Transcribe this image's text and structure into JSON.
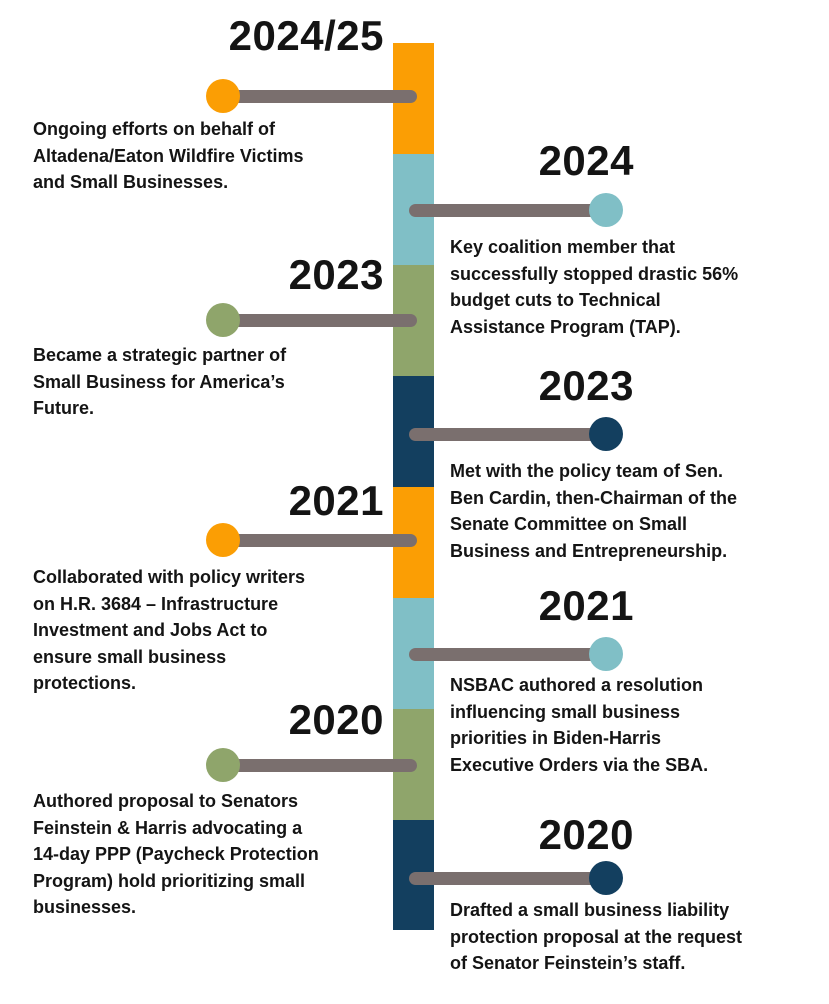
{
  "colors": {
    "orange": "#fb9e04",
    "teal": "#80bfc6",
    "green": "#8fa56b",
    "navy": "#133f5f",
    "connector": "#7a6f6e"
  },
  "bar_segments": [
    "orange",
    "teal",
    "green",
    "navy",
    "orange",
    "teal",
    "green",
    "navy"
  ],
  "events": [
    {
      "side": "left",
      "color": "orange",
      "year": "2024/25",
      "lines": [
        "Ongoing efforts on behalf of",
        "Altadena/Eaton Wildfire Victims",
        "and Small Businesses."
      ]
    },
    {
      "side": "right",
      "color": "teal",
      "year": "2024",
      "lines": [
        "Key coalition member that",
        "successfully stopped drastic 56%",
        "budget cuts to Technical",
        "Assistance Program (TAP)."
      ]
    },
    {
      "side": "left",
      "color": "green",
      "year": "2023",
      "lines": [
        "Became a strategic partner of",
        "Small Business for America’s",
        "Future."
      ]
    },
    {
      "side": "right",
      "color": "navy",
      "year": "2023",
      "lines": [
        "Met with the policy team of Sen.",
        "Ben Cardin, then-Chairman of the",
        "Senate Committee on Small",
        "Business and Entrepreneurship."
      ]
    },
    {
      "side": "left",
      "color": "orange",
      "year": "2021",
      "lines": [
        "Collaborated with policy writers",
        "on H.R. 3684 – Infrastructure",
        "Investment and Jobs Act to",
        "ensure small business",
        "protections."
      ]
    },
    {
      "side": "right",
      "color": "teal",
      "year": "2021",
      "lines": [
        "NSBAC authored a resolution",
        "influencing small business",
        "priorities in Biden-Harris",
        "Executive Orders via the SBA."
      ]
    },
    {
      "side": "left",
      "color": "green",
      "year": "2020",
      "lines": [
        "Authored proposal to Senators",
        "Feinstein & Harris advocating a",
        "14-day PPP (Paycheck Protection",
        "Program) hold prioritizing small",
        "businesses."
      ]
    },
    {
      "side": "right",
      "color": "navy",
      "year": "2020",
      "lines": [
        "Drafted a small business liability",
        "protection proposal at the request",
        "of Senator Feinstein’s staff."
      ]
    }
  ]
}
